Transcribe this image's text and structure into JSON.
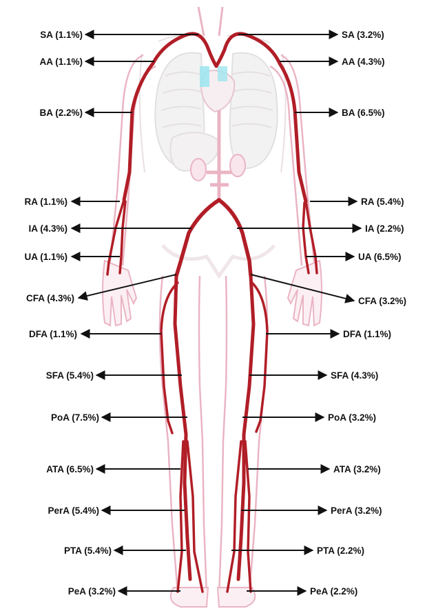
{
  "colors": {
    "artery": "#b11e27",
    "body_outline": "#eab4c3",
    "body_fill": "#fbeff3",
    "lung_fill": "#f2f2f2",
    "lung_stroke": "#e3dfe0",
    "heart_blue": "#9fe6ef",
    "label_text": "#111111",
    "arrow": "#111111"
  },
  "left_labels": [
    {
      "key": "sa",
      "text": "SA (1.1%)"
    },
    {
      "key": "aa",
      "text": "AA (1.1%)"
    },
    {
      "key": "ba",
      "text": "BA (2.2%)"
    },
    {
      "key": "ra",
      "text": "RA (1.1%)"
    },
    {
      "key": "ia",
      "text": "IA (4.3%)"
    },
    {
      "key": "ua",
      "text": "UA (1.1%)"
    },
    {
      "key": "cfa",
      "text": "CFA (4.3%)"
    },
    {
      "key": "dfa",
      "text": "DFA (1.1%)"
    },
    {
      "key": "sfa",
      "text": "SFA (5.4%)"
    },
    {
      "key": "poa",
      "text": "PoA (7.5%)"
    },
    {
      "key": "ata",
      "text": "ATA (6.5%)"
    },
    {
      "key": "pera",
      "text": "PerA (5.4%)"
    },
    {
      "key": "pta",
      "text": "PTA (5.4%)"
    },
    {
      "key": "pea",
      "text": "PeA (3.2%)"
    }
  ],
  "right_labels": [
    {
      "key": "sa",
      "text": "SA (3.2%)"
    },
    {
      "key": "aa",
      "text": "AA (4.3%)"
    },
    {
      "key": "ba",
      "text": "BA (6.5%)"
    },
    {
      "key": "ra",
      "text": "RA (5.4%)"
    },
    {
      "key": "ia",
      "text": "IA (2.2%)"
    },
    {
      "key": "ua",
      "text": "UA (6.5%)"
    },
    {
      "key": "cfa",
      "text": "CFA (3.2%)"
    },
    {
      "key": "dfa",
      "text": "DFA (1.1%)"
    },
    {
      "key": "sfa",
      "text": "SFA (4.3%)"
    },
    {
      "key": "poa",
      "text": "PoA (3.2%)"
    },
    {
      "key": "ata",
      "text": "ATA (3.2%)"
    },
    {
      "key": "pera",
      "text": "PerA (3.2%)"
    },
    {
      "key": "pta",
      "text": "PTA (2.2%)"
    },
    {
      "key": "pea",
      "text": "PeA (2.2%)"
    }
  ]
}
